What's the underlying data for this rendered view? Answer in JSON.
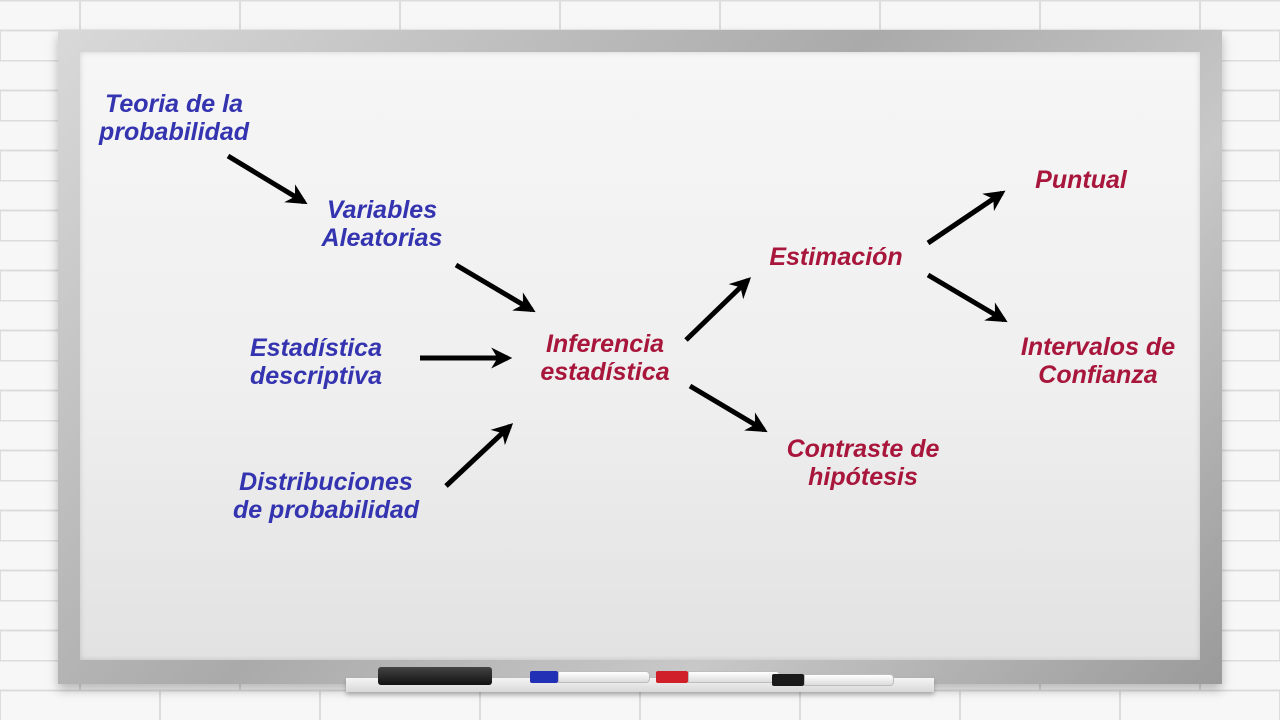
{
  "colors": {
    "input_text": "#3434b0",
    "output_text": "#a8163c",
    "arrow": "#000000",
    "frame": "#b5b5b5",
    "board": "#f2f2f2"
  },
  "diagram": {
    "inputs": {
      "probability_theory": {
        "line1": "Teoria de la",
        "line2": "probabilidad"
      },
      "random_variables": {
        "line1": "Variables",
        "line2": "Aleatorias"
      },
      "descriptive_statistics": {
        "line1": "Estadística",
        "line2": "descriptiva"
      },
      "probability_distributions": {
        "line1": "Distribuciones",
        "line2": "de probabilidad"
      }
    },
    "center": {
      "line1": "Inferencia",
      "line2": "estadística"
    },
    "outputs": {
      "estimation": {
        "line1": "Estimación"
      },
      "point": {
        "line1": "Puntual"
      },
      "intervals": {
        "line1": "Intervalos de",
        "line2": "Confianza"
      },
      "hypothesis": {
        "line1": "Contraste de",
        "line2": "hipótesis"
      }
    },
    "edges": [
      {
        "from": "Teoria de la probabilidad",
        "to": "Variables Aleatorias"
      },
      {
        "from": "Variables Aleatorias",
        "to": "Inferencia estadística"
      },
      {
        "from": "Estadística descriptiva",
        "to": "Inferencia estadística"
      },
      {
        "from": "Distribuciones de probabilidad",
        "to": "Inferencia estadística"
      },
      {
        "from": "Inferencia estadística",
        "to": "Estimación"
      },
      {
        "from": "Inferencia estadística",
        "to": "Contraste de hipótesis"
      },
      {
        "from": "Estimación",
        "to": "Puntual"
      },
      {
        "from": "Estimación",
        "to": "Intervalos de Confianza"
      }
    ]
  },
  "board_tray": {
    "markers": [
      {
        "name": "blue-marker",
        "cap_color": "#2230b5"
      },
      {
        "name": "red-marker",
        "cap_color": "#d0202a"
      },
      {
        "name": "black-marker",
        "cap_color": "#1a1a1a"
      }
    ]
  }
}
